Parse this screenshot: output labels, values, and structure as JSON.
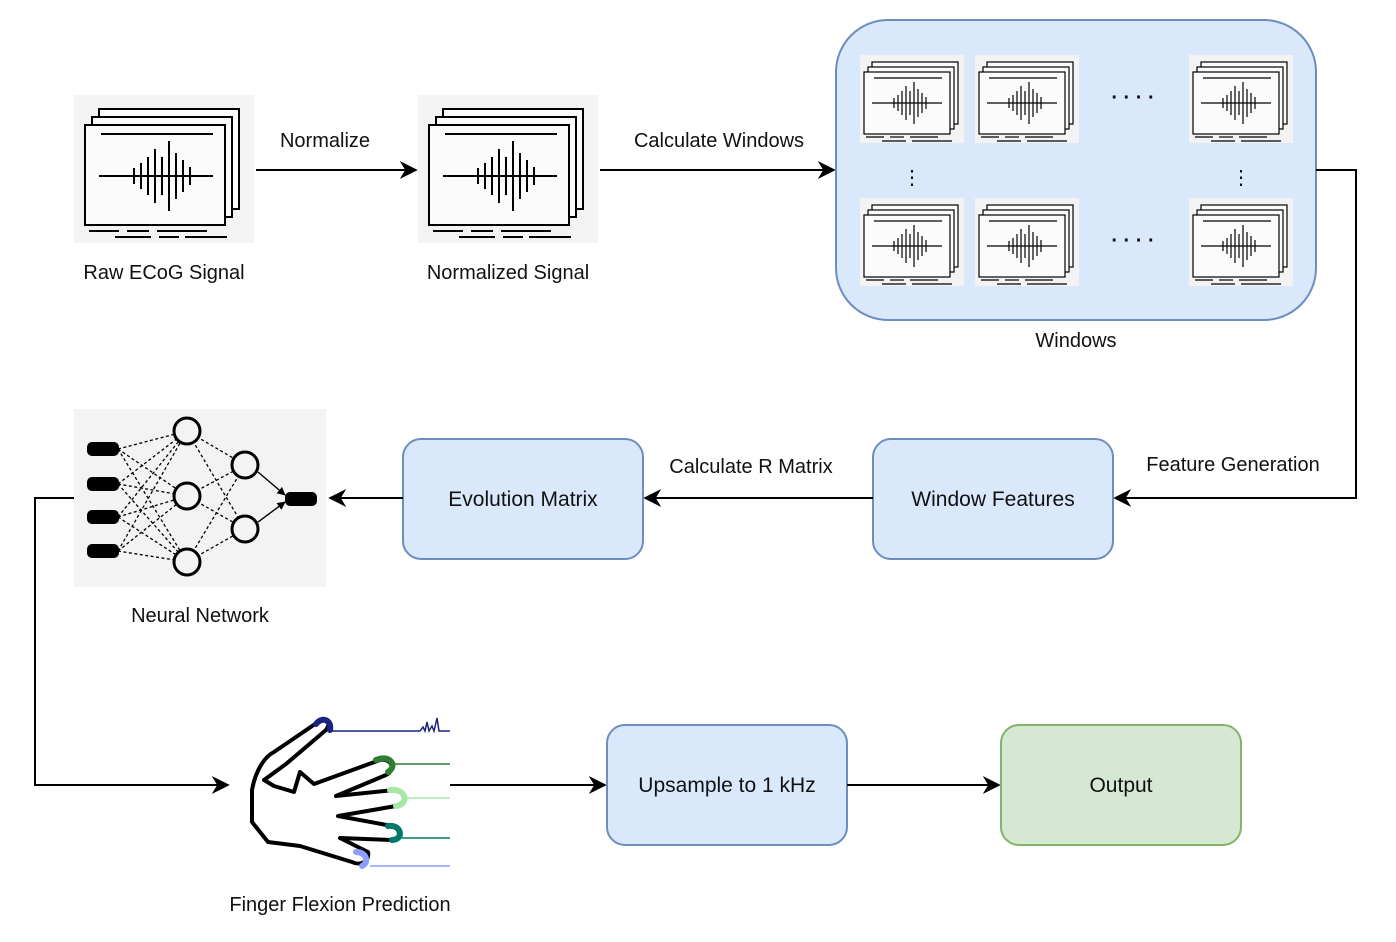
{
  "nodes": {
    "raw_signal": "Raw ECoG Signal",
    "normalized_signal": "Normalized Signal",
    "windows": "Windows",
    "window_features": "Window Features",
    "evolution_matrix": "Evolution Matrix",
    "neural_network": "Neural Network",
    "finger_prediction": "Finger Flexion Prediction",
    "upsample": "Upsample to 1 kHz",
    "output": "Output"
  },
  "edges": {
    "normalize": "Normalize",
    "calculate_windows": "Calculate Windows",
    "feature_generation": "Feature Generation",
    "calculate_r_matrix": "Calculate R Matrix"
  },
  "ellipsis": {
    "row": "· · · ·",
    "column": "⋮"
  },
  "colors": {
    "blue_fill": "#dae8fc",
    "blue_stroke": "#6c8ebf",
    "green_fill": "#d5e8d4",
    "green_stroke": "#82b366",
    "icon_background": "#f3f3f3",
    "finger_tip_thumb": "#1a237e",
    "finger_tip_index": "#2e7d32",
    "finger_tip_middle": "#a5e8a5",
    "finger_tip_ring": "#00796b",
    "finger_tip_pinky": "#8c9eff"
  }
}
